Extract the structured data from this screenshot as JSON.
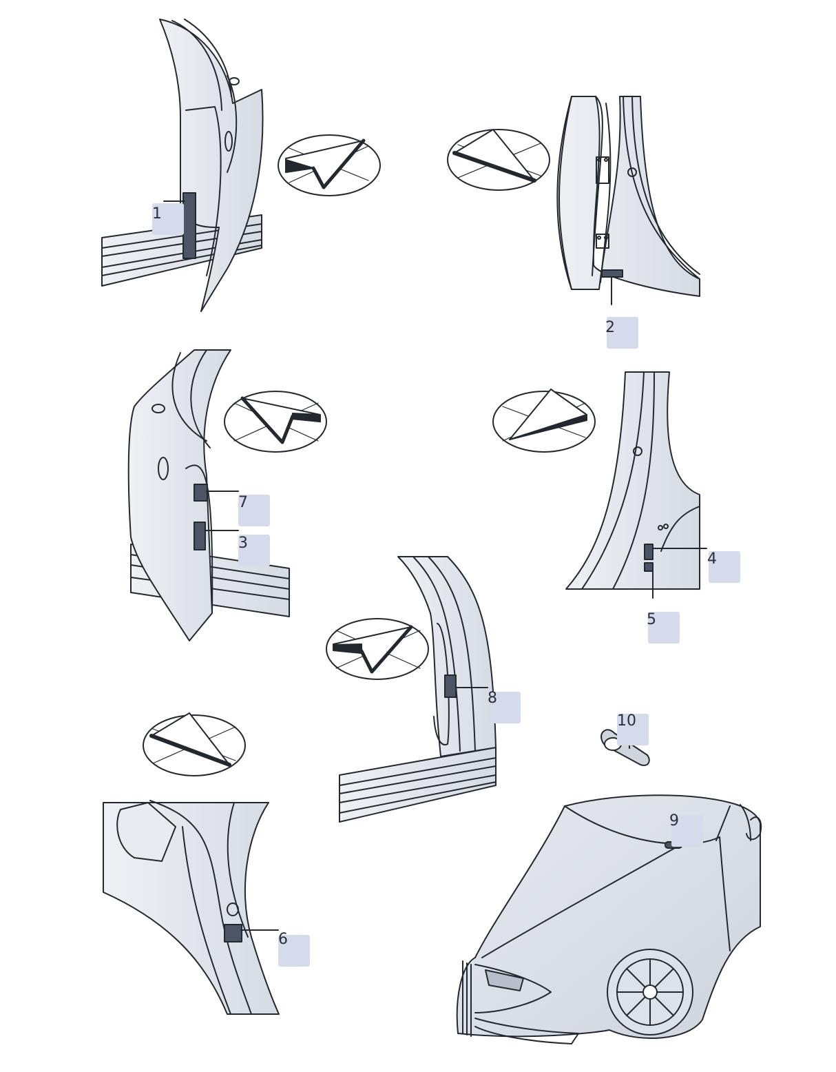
{
  "colors": {
    "panel": "#dfe3ea",
    "panel_light": "#eef0f4",
    "outline": "#23272e",
    "sticker": "#4c5566",
    "callout_bg": "#d5dbeb"
  },
  "callouts": [
    {
      "id": "c1",
      "label": "1"
    },
    {
      "id": "c2",
      "label": "2"
    },
    {
      "id": "c3",
      "label": "3"
    },
    {
      "id": "c4",
      "label": "4"
    },
    {
      "id": "c5",
      "label": "5"
    },
    {
      "id": "c6",
      "label": "6"
    },
    {
      "id": "c7",
      "label": "7"
    },
    {
      "id": "c8",
      "label": "8"
    },
    {
      "id": "c9",
      "label": "9"
    },
    {
      "id": "c10",
      "label": "10"
    }
  ],
  "view_indicators": [
    {
      "id": "v1",
      "icon": "view-direction-icon"
    },
    {
      "id": "v2",
      "icon": "view-direction-icon"
    },
    {
      "id": "v3",
      "icon": "view-direction-icon"
    },
    {
      "id": "v4",
      "icon": "view-direction-icon"
    },
    {
      "id": "v5",
      "icon": "view-direction-icon"
    },
    {
      "id": "v6",
      "icon": "view-direction-icon"
    }
  ]
}
